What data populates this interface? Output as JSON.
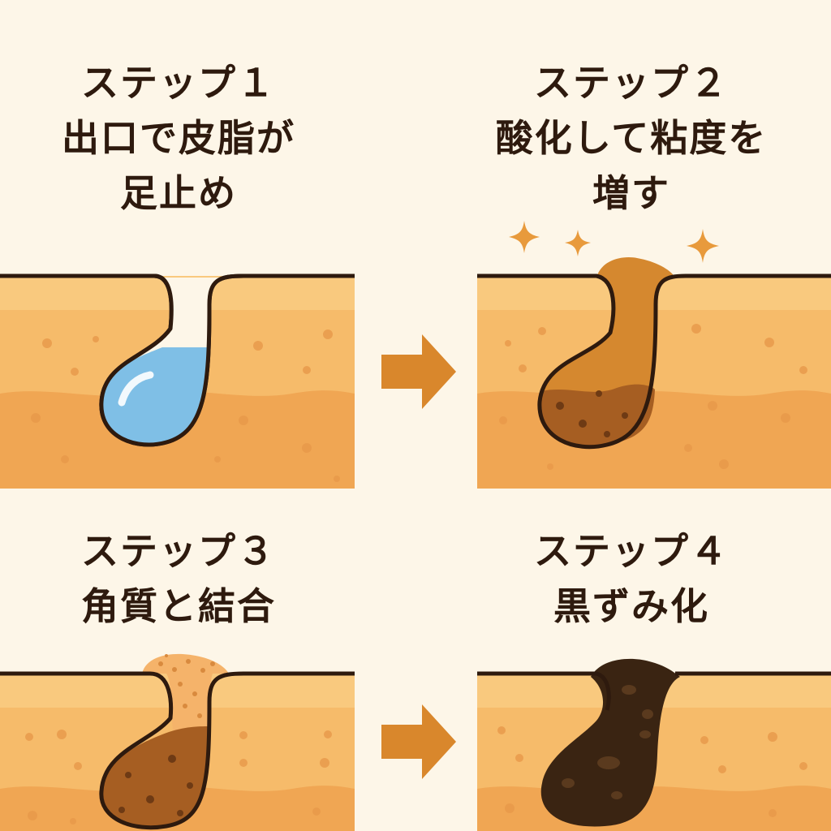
{
  "steps": [
    {
      "title": "ステップ１",
      "lines": [
        "出口で皮脂が",
        "足止め"
      ]
    },
    {
      "title": "ステップ２",
      "lines": [
        "酸化して粘度を",
        "増す"
      ]
    },
    {
      "title": "ステップ３",
      "lines": [
        "角質と結合"
      ]
    },
    {
      "title": "ステップ４",
      "lines": [
        "黒ずみ化"
      ]
    }
  ],
  "colors": {
    "background": "#fdf6e8",
    "skin_top": "#f9c97e",
    "skin_mid": "#f6b866",
    "skin_deep": "#f0a653",
    "outline": "#2e1a0e",
    "sebum_fresh": "#7fbfe6",
    "sebum_oxidized": "#d5882f",
    "sebum_plug": "#a65e22",
    "keratin": "#f5b36a",
    "blackhead": "#3a2412",
    "arrow": "#d9872c",
    "sparkle": "#e89a3c"
  }
}
